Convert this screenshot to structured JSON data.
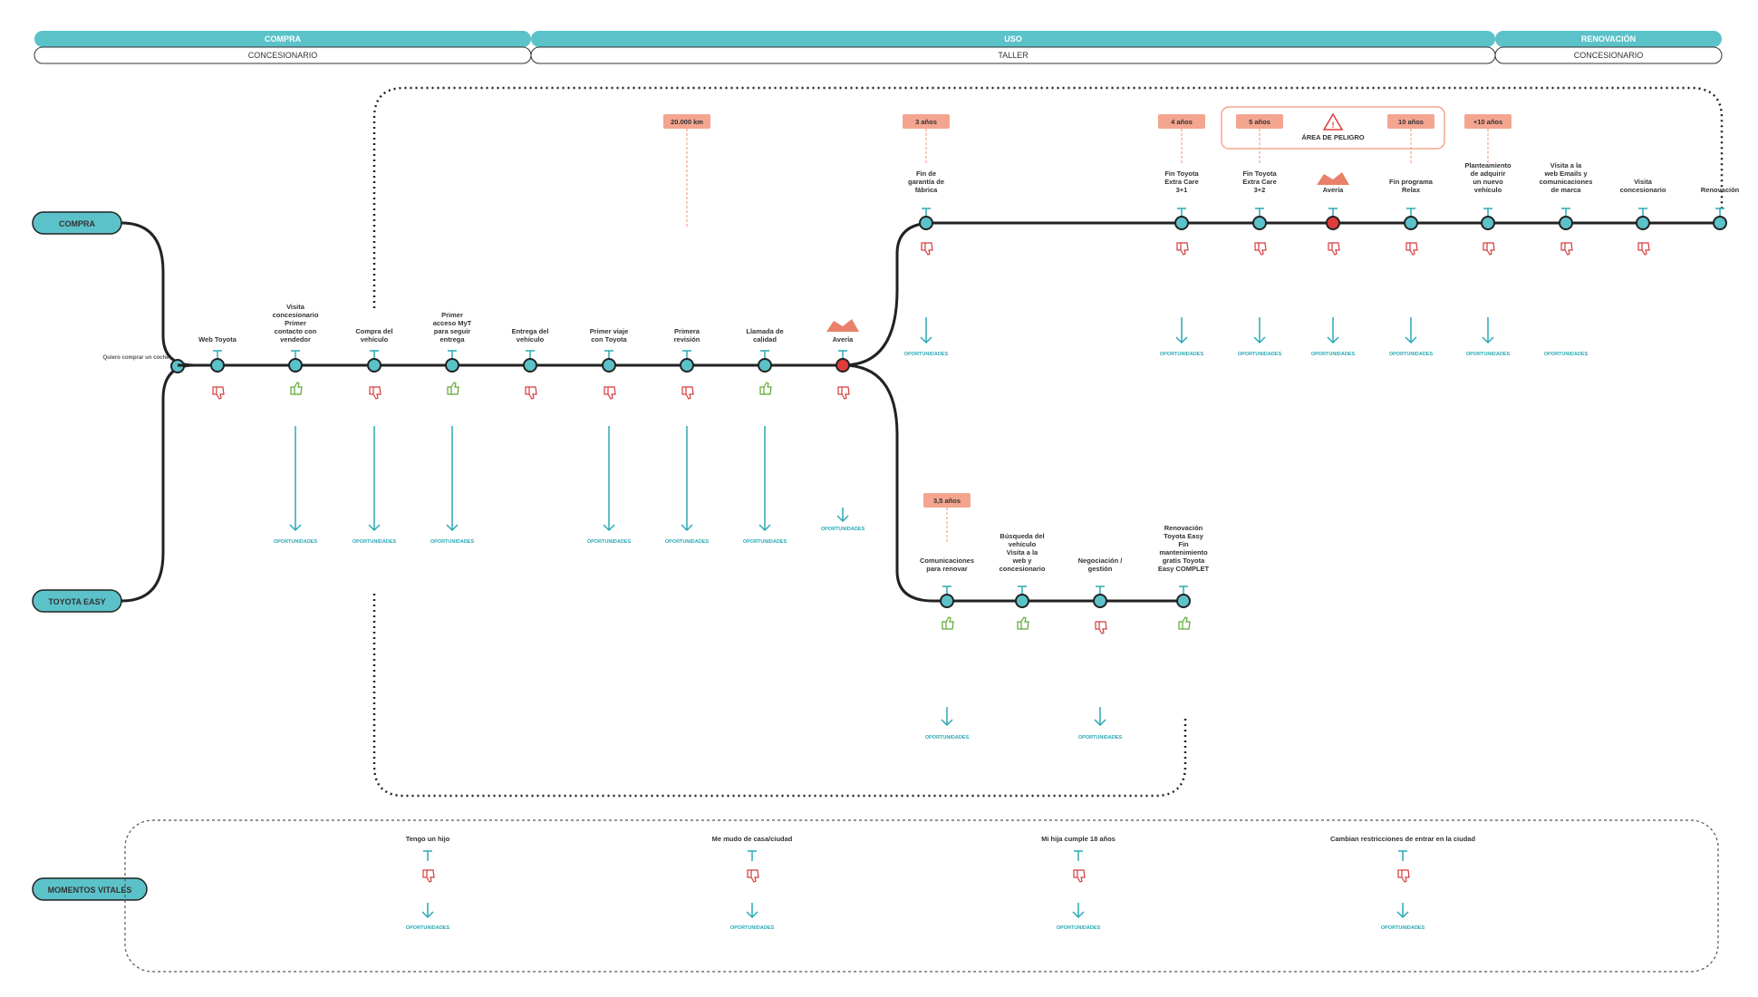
{
  "phases": [
    {
      "title": "COMPRA",
      "subtitle": "CONCESIONARIO"
    },
    {
      "title": "USO",
      "subtitle": "TALLER"
    },
    {
      "title": "RENOVACIÓN",
      "subtitle": "CONCESIONARIO"
    }
  ],
  "sides": {
    "compra": "COMPRA",
    "toyota_easy": "TOYOTA EASY",
    "momentos": "MOMENTOS VITALES"
  },
  "start_label": "Quiero comprar un coche",
  "main_nodes": [
    "Web Toyota",
    "Visita concesionario Primer contacto con vendedor",
    "Compra del vehículo",
    "Primer acceso MyT para seguir entrega",
    "Entrega del vehículo",
    "Primer viaje con Toyota",
    "Primera revisión",
    "Llamada de calidad",
    "Avería"
  ],
  "top_nodes": [
    "Fin de garantía de fábrica",
    "Fin Toyota Extra Care 3+1",
    "Fin Toyota Extra Care 3+2",
    "Avería",
    "Fin programa Relax",
    "Planteamiento de adquirir un nuevo vehículo",
    "Visita a la web Emails y comunicaciones de marca",
    "Visita concesionario",
    "Renovación"
  ],
  "bottom_nodes": [
    "Comunicaciones para renovar",
    "Búsqueda del vehículo Visita a la web y concesionario",
    "Negociación / gestión",
    "Renovación Toyota Easy Fin mantenimiento gratis Toyota Easy COMPLET"
  ],
  "tags": [
    "20.000 km",
    "3 años",
    "4 años",
    "5 años",
    "10 años",
    "+10 años",
    "3,5 años"
  ],
  "danger_label": "ÁREA DE PELIGRO",
  "opportunity_title": "OPORTUNIDADES",
  "life_moments": [
    "Tengo un hijo",
    "Me mudo de casa/ciudad",
    "Mi hija cumple 18 años",
    "Cambian restricciones de entrar en la ciudad"
  ],
  "colors": {
    "teal": "#5bc2c9",
    "teal_dark": "#2aa9b5",
    "line": "#222222",
    "danger": "#e03b3b",
    "tag": "#f4a58f"
  }
}
